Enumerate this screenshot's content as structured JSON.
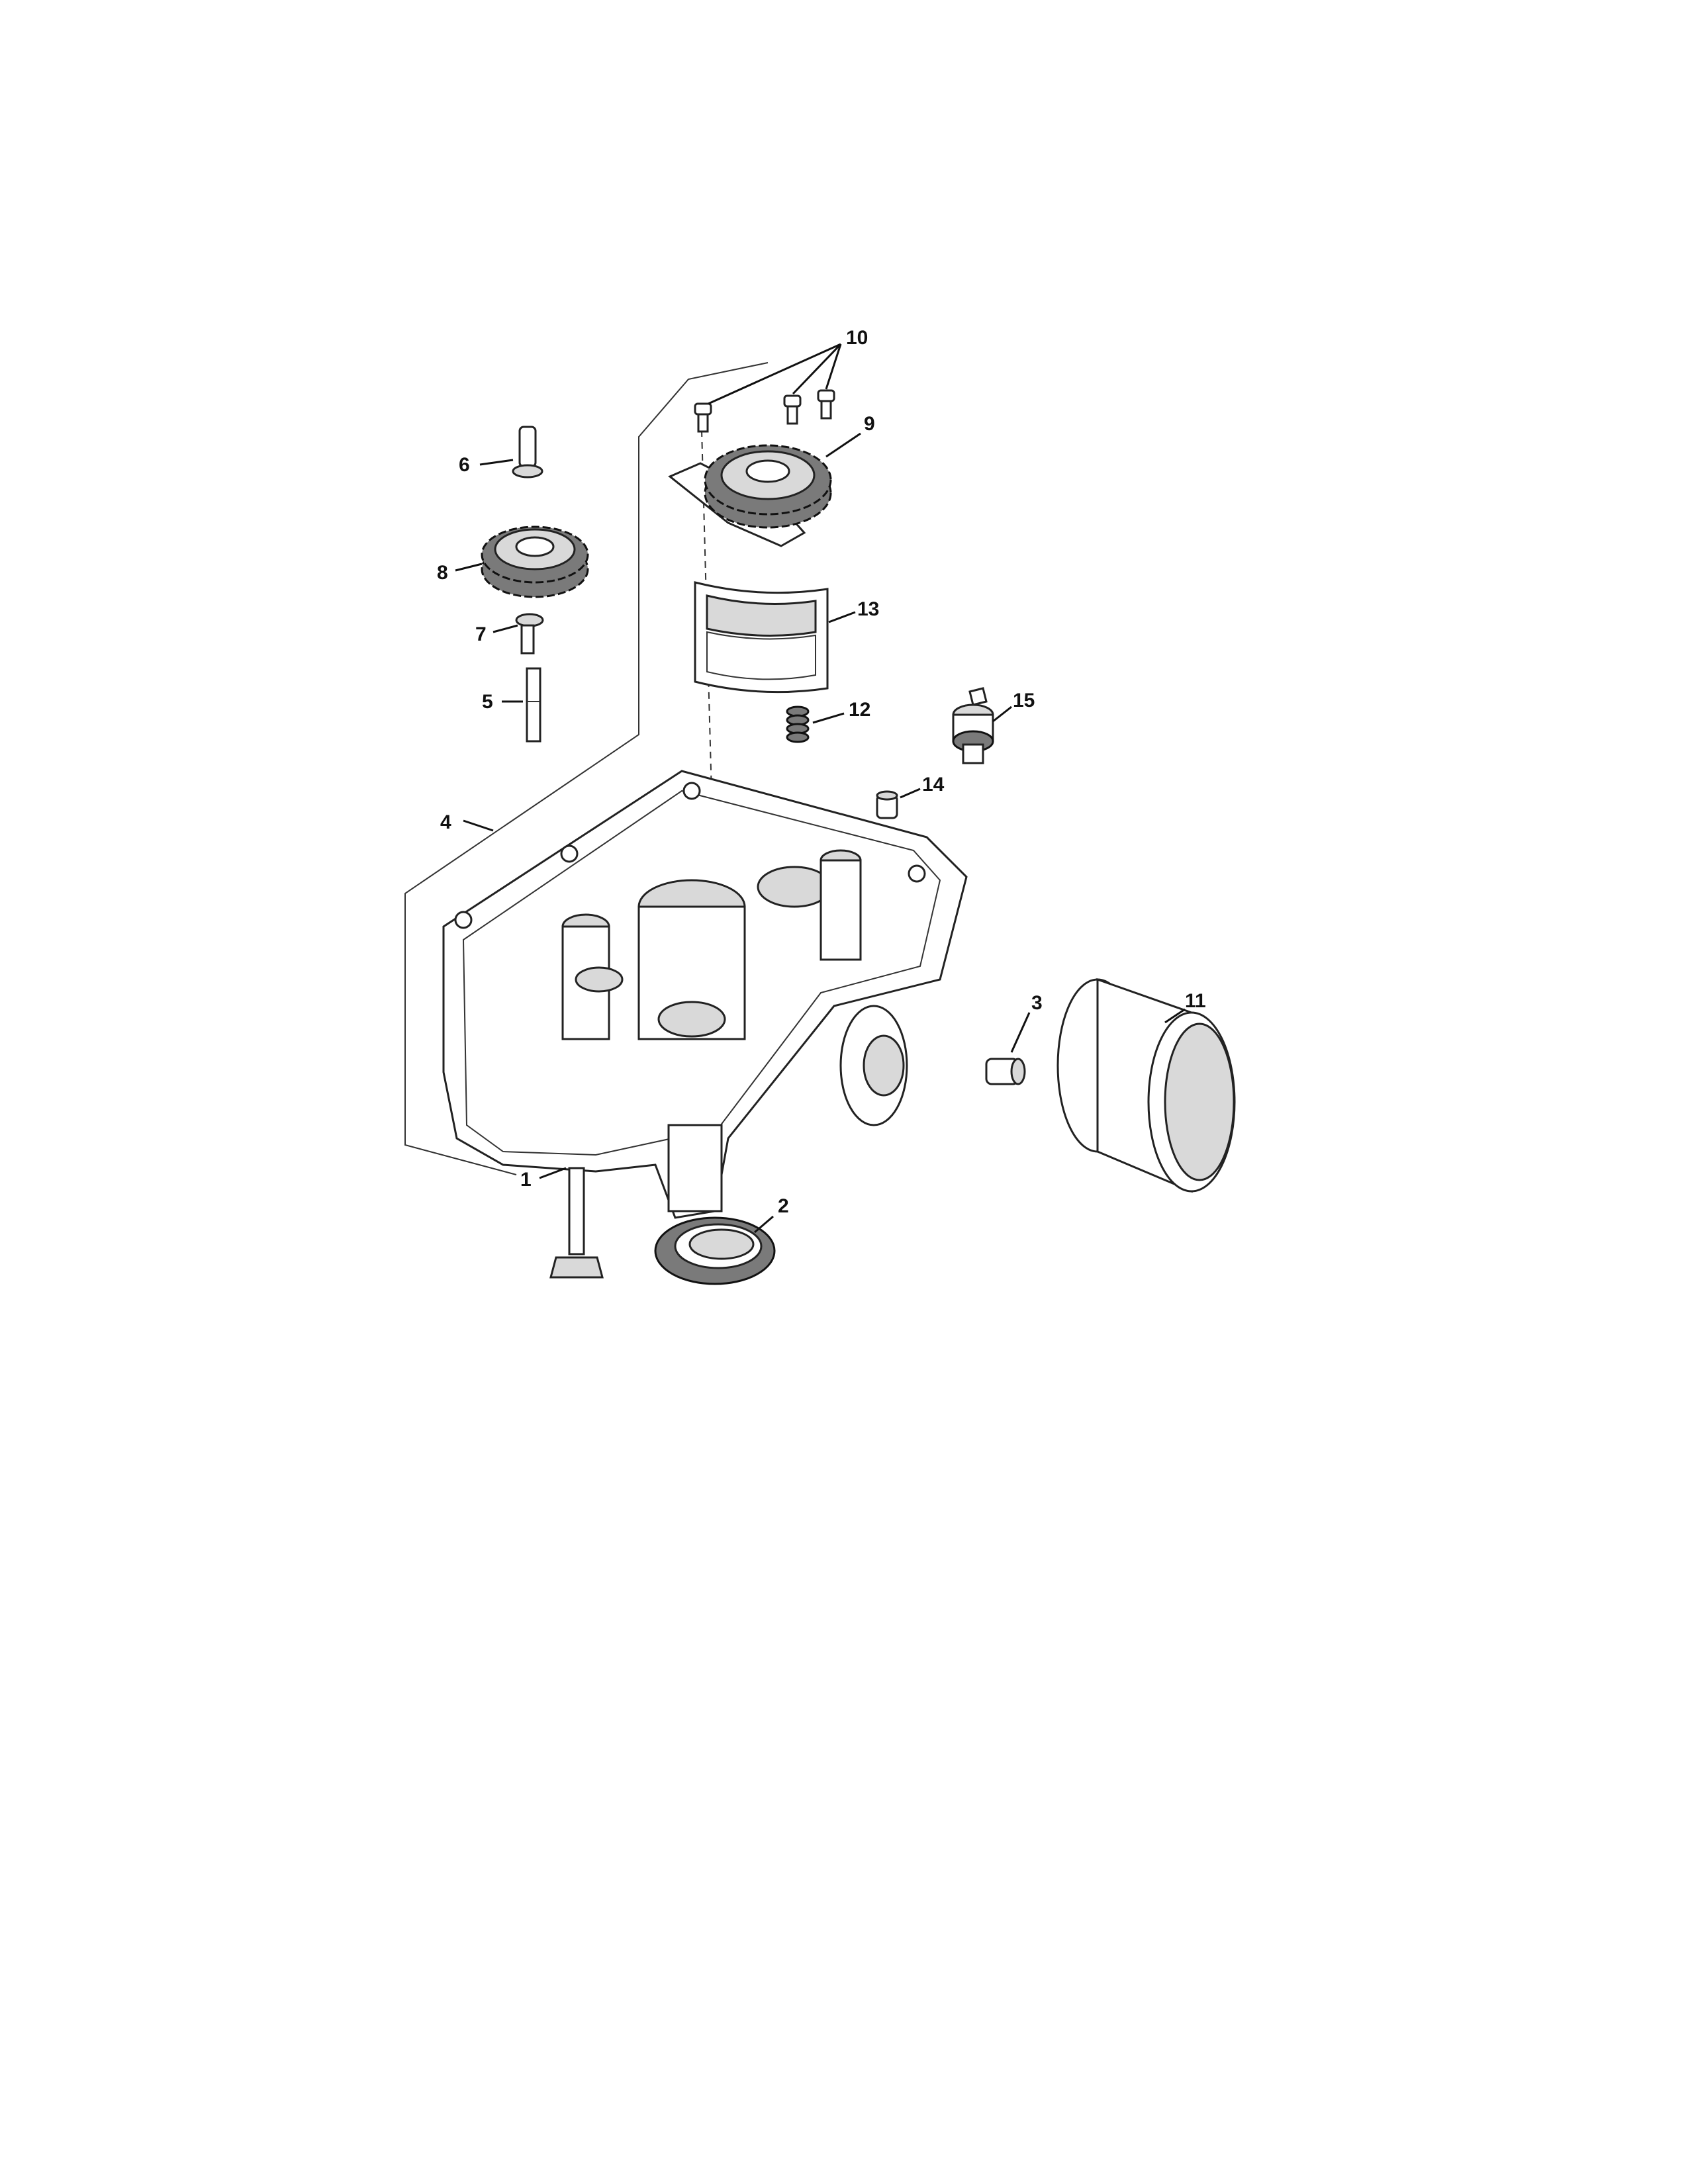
{
  "diagram": {
    "type": "exploded-parts-diagram",
    "callouts": [
      {
        "id": "1",
        "label": "1"
      },
      {
        "id": "2",
        "label": "2"
      },
      {
        "id": "3",
        "label": "3"
      },
      {
        "id": "4",
        "label": "4"
      },
      {
        "id": "5",
        "label": "5"
      },
      {
        "id": "6",
        "label": "6"
      },
      {
        "id": "7",
        "label": "7"
      },
      {
        "id": "8",
        "label": "8"
      },
      {
        "id": "9",
        "label": "9"
      },
      {
        "id": "10",
        "label": "10"
      },
      {
        "id": "11",
        "label": "11"
      },
      {
        "id": "12",
        "label": "12"
      },
      {
        "id": "13",
        "label": "13"
      },
      {
        "id": "14",
        "label": "14"
      },
      {
        "id": "15",
        "label": "15"
      }
    ]
  },
  "colors": {
    "background": "#ffffff",
    "line": "#111111",
    "shading": "#d9d9d9"
  }
}
